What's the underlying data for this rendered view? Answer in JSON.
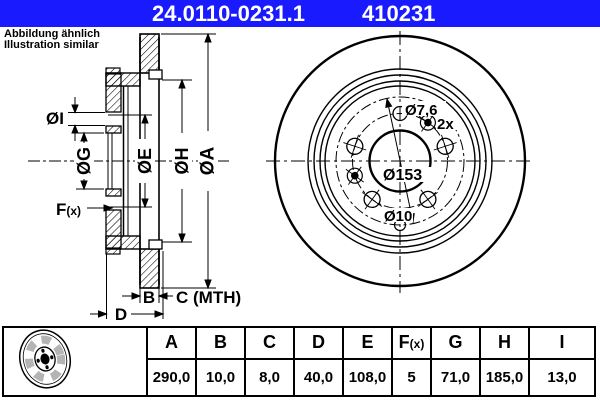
{
  "header": {
    "part_number": "24.0110-0231.1",
    "reference_number": "410231",
    "bar_color": "#1a1aff",
    "text_color": "#ffffff"
  },
  "note": {
    "line1": "Abbildung ähnlich",
    "line2": "Illustration similar"
  },
  "section_view": {
    "labels": {
      "dia_i": "ØI",
      "dia_g": "ØG",
      "dia_e": "ØE",
      "dia_h": "ØH",
      "dia_a": "ØA",
      "f_main": "F",
      "f_sub": "(x)",
      "b": "B",
      "c": "C (MTH)",
      "d": "D"
    }
  },
  "front_view": {
    "labels": {
      "pin_holes": "Ø7,6",
      "pin_count": "2x",
      "dia_153": "Ø153",
      "dia_10": "Ø10"
    }
  },
  "table": {
    "icon": "brake-disc-icon",
    "cols": [
      {
        "label": "A",
        "value": "290,0"
      },
      {
        "label": "B",
        "value": "10,0"
      },
      {
        "label": "C",
        "value": "8,0"
      },
      {
        "label": "D",
        "value": "40,0"
      },
      {
        "label": "E",
        "value": "108,0"
      },
      {
        "label": "F",
        "label_sub": "(x)",
        "value": "5"
      },
      {
        "label": "G",
        "value": "71,0"
      },
      {
        "label": "H",
        "value": "185,0"
      },
      {
        "label": "I",
        "value": "13,0"
      }
    ]
  }
}
